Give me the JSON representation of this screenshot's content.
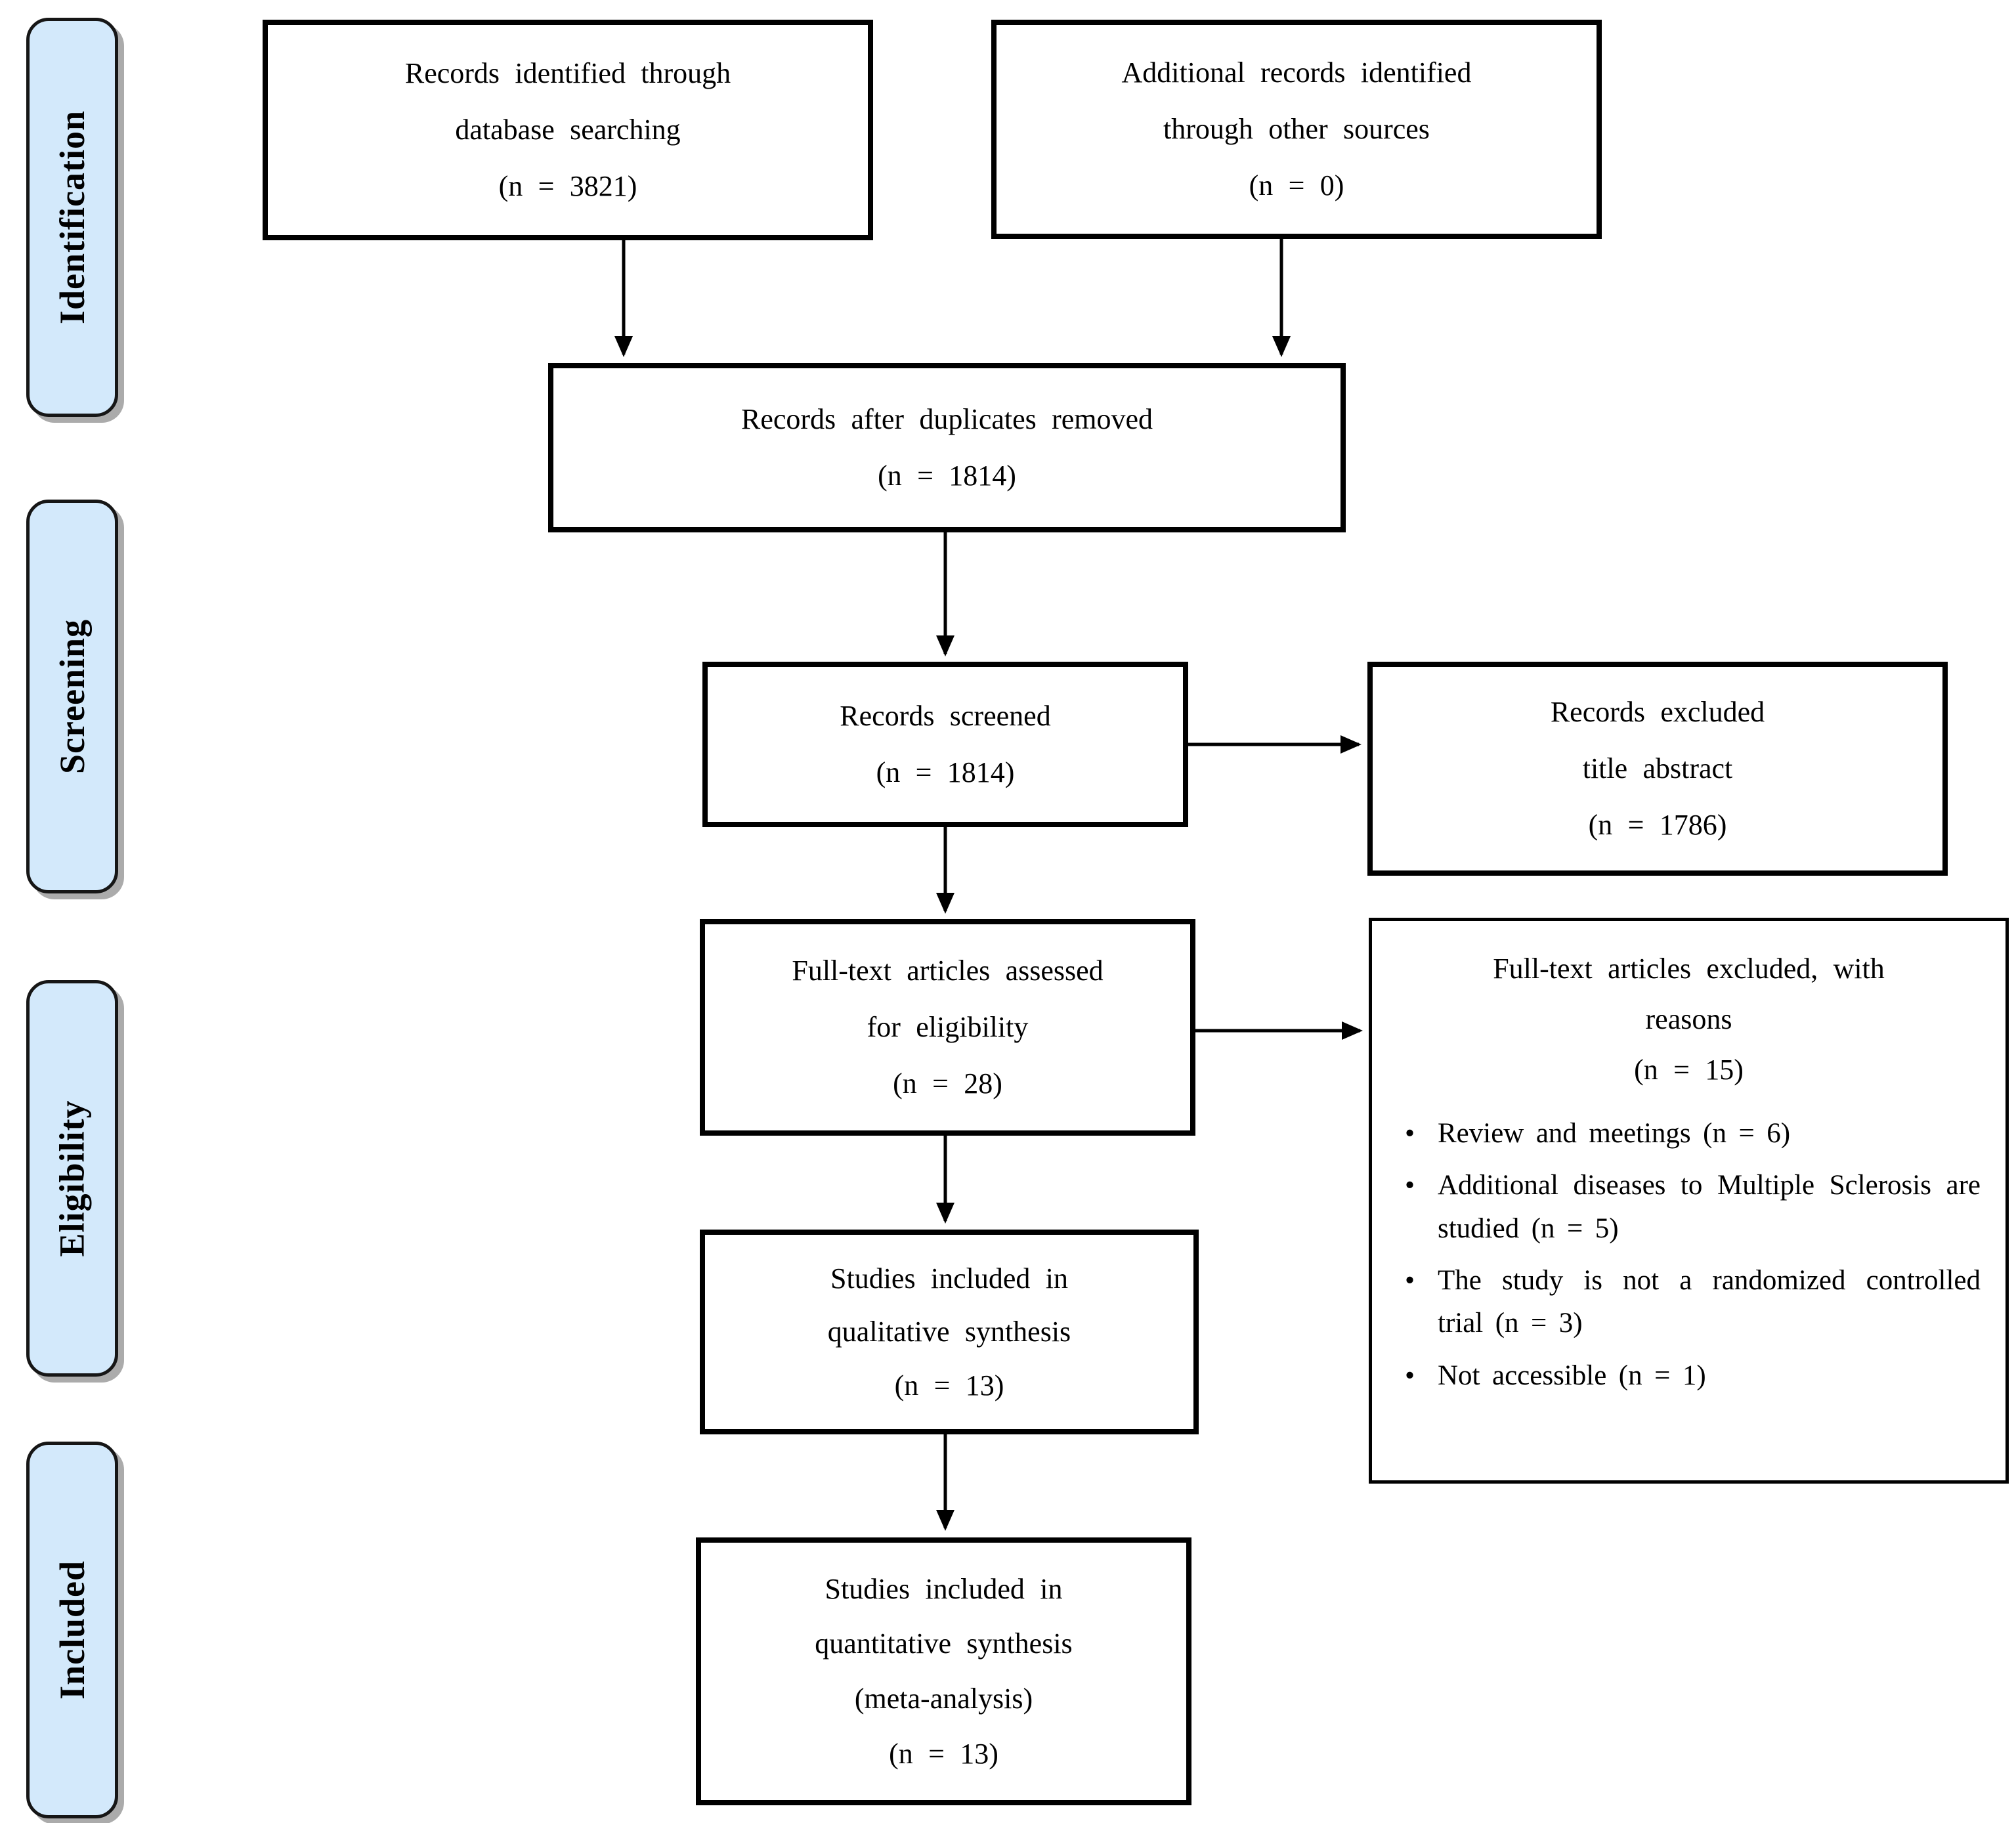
{
  "sidebar": {
    "stages": [
      {
        "label": "Identification"
      },
      {
        "label": "Screening"
      },
      {
        "label": "Eligibility"
      },
      {
        "label": "Included"
      }
    ]
  },
  "boxes": {
    "records_identified": {
      "lines": [
        "Records identified through",
        "database searching",
        "(n = 3821)"
      ]
    },
    "additional_records": {
      "lines": [
        "Additional records identified",
        "through other sources",
        "(n = 0)"
      ]
    },
    "after_duplicates": {
      "lines": [
        "Records after duplicates removed",
        "(n = 1814)"
      ]
    },
    "records_screened": {
      "lines": [
        "Records screened",
        "(n = 1814)"
      ]
    },
    "records_excluded": {
      "lines": [
        "Records excluded",
        "title abstract",
        "(n = 1786)"
      ]
    },
    "fulltext_assessed": {
      "lines": [
        "Full-text articles assessed",
        "for eligibility",
        "(n = 28)"
      ]
    },
    "fulltext_excluded": {
      "title_lines": [
        "Full-text articles excluded, with",
        "reasons",
        "(n = 15)"
      ],
      "bullet_marker": "•",
      "bullets": [
        "Review and meetings (n = 6)",
        "Additional diseases to Multiple Sclerosis are studied (n = 5)",
        "The study is not a randomized controlled trial (n = 3)",
        "Not accessible (n = 1)"
      ]
    },
    "qualitative_synthesis": {
      "lines": [
        "Studies included in",
        "qualitative synthesis",
        "(n = 13)"
      ]
    },
    "quantitative_synthesis": {
      "lines": [
        "Studies included in",
        "quantitative synthesis",
        "(meta-analysis)",
        "(n = 13)"
      ]
    }
  },
  "colors": {
    "stage_fill": "#d3e9fb",
    "box_border": "#000000",
    "arrow": "#000000",
    "background": "#ffffff"
  }
}
